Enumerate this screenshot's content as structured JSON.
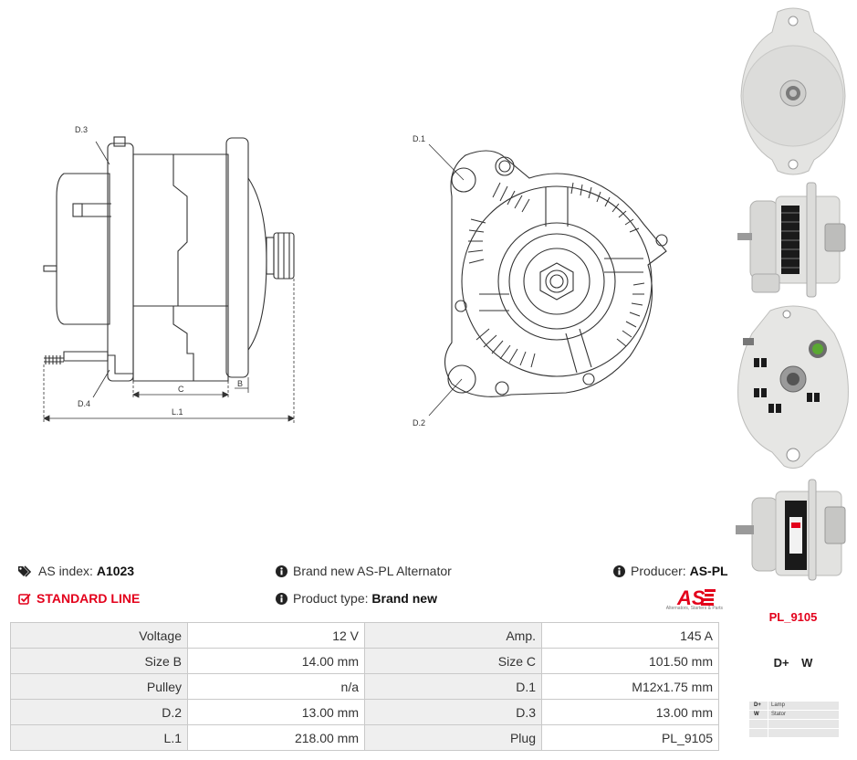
{
  "drawing_labels": {
    "d1": "D.1",
    "d2": "D.2",
    "d3": "D.3",
    "d4": "D.4",
    "b": "B",
    "c": "C",
    "l1": "L.1"
  },
  "product": {
    "as_index_label": "AS index:",
    "as_index_value": "A1023",
    "line": "STANDARD LINE",
    "brand_new": "Brand new AS-PL Alternator",
    "product_type_label": "Product type:",
    "product_type_value": "Brand new",
    "producer_label": "Producer:",
    "producer_value": "AS-PL"
  },
  "logo": {
    "text": "AS",
    "subtitle": "Alternators, Starters & Parts",
    "color": "#e3001b"
  },
  "specs": [
    {
      "label1": "Voltage",
      "value1": "12 V",
      "label2": "Amp.",
      "value2": "145 A"
    },
    {
      "label1": "Size B",
      "value1": "14.00 mm",
      "label2": "Size C",
      "value2": "101.50 mm"
    },
    {
      "label1": "Pulley",
      "value1": "n/a",
      "label2": "D.1",
      "value2": "M12x1.75 mm"
    },
    {
      "label1": "D.2",
      "value1": "13.00 mm",
      "label2": "D.3",
      "value2": "13.00 mm"
    },
    {
      "label1": "L.1",
      "value1": "218.00 mm",
      "label2": "Plug",
      "value2": "PL_9105"
    }
  ],
  "plug": {
    "code": "PL_9105",
    "terminals": "D+ W",
    "legend": [
      {
        "key": "D+",
        "value": "Lamp"
      },
      {
        "key": "W",
        "value": "Stator"
      },
      {
        "key": "",
        "value": ""
      },
      {
        "key": "",
        "value": ""
      }
    ]
  },
  "icons": {
    "tags": "tags-icon",
    "info": "info-circle-icon",
    "check": "check-square-icon"
  },
  "colors": {
    "accent": "#e3001b",
    "table_label_bg": "#efefef",
    "table_border": "#c9c9c9"
  }
}
